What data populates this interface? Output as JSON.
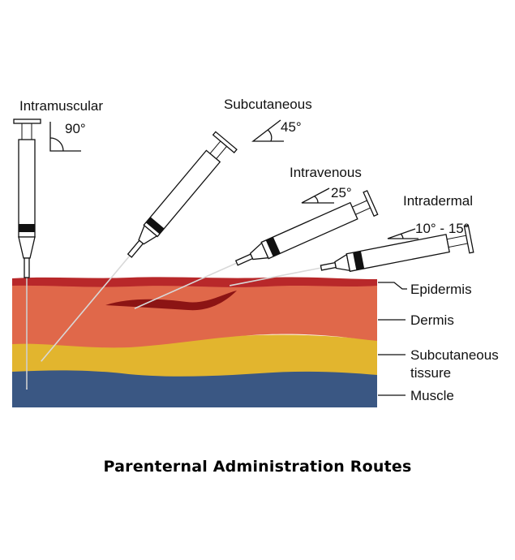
{
  "routes": {
    "intramuscular": {
      "label": "Intramuscular",
      "angle": "90°"
    },
    "subcutaneous": {
      "label": "Subcutaneous",
      "angle": "45°"
    },
    "intravenous": {
      "label": "Intravenous",
      "angle": "25°"
    },
    "intradermal": {
      "label": "Intradermal",
      "angle": "10° - 15°"
    }
  },
  "layers": {
    "epidermis": "Epidermis",
    "dermis": "Dermis",
    "subcutaneous_line1": "Subcutaneous",
    "subcutaneous_line2": "tissure",
    "muscle": "Muscle"
  },
  "colors": {
    "epidermis": "#b8282a",
    "dermis": "#e0684a",
    "subcutaneous": "#e2b52e",
    "muscle": "#3a5783",
    "vein": "#8c1414"
  },
  "caption": "Parenternal Administration Routes"
}
